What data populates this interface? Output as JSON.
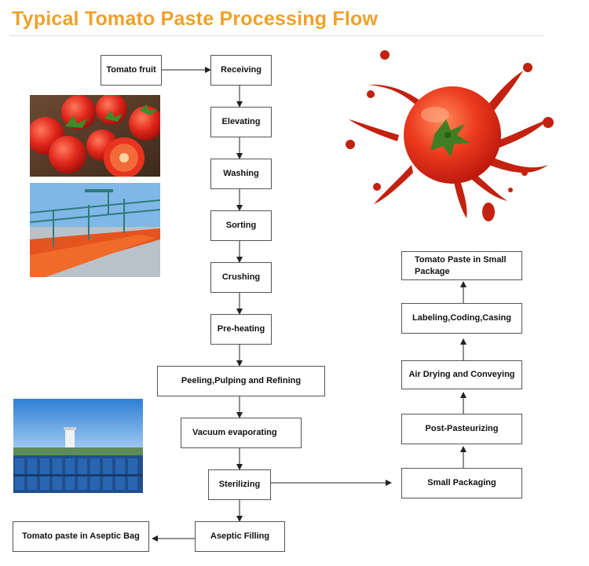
{
  "title": "Typical Tomato Paste Processing Flow",
  "colors": {
    "title": "#f0a028",
    "box_border": "#555555",
    "arrow": "#222222"
  },
  "nodes": {
    "tomato_fruit": "Tomato fruit",
    "receiving": "Receiving",
    "elevating": "Elevating",
    "washing": "Washing",
    "sorting": "Sorting",
    "crushing": "Crushing",
    "preheating": "Pre-heating",
    "peeling": "Peeling,Pulping and Refining",
    "vacuum": "Vacuum evaporating",
    "sterilizing": "Sterilizing",
    "aseptic_filling": "Aseptic Filling",
    "aseptic_bag": "Tomato paste in Aseptic Bag",
    "small_packaging": "Small Packaging",
    "post_pasteurizing": "Post-Pasteurizing",
    "air_drying": "Air Drying and Conveying",
    "labeling": "Labeling,Coding,Casing",
    "small_package": "Tomato Paste in Small Package"
  },
  "photos": [
    "tomatoes-photo",
    "sorting-line-photo",
    "storage-drums-photo",
    "tomato-splash-photo"
  ]
}
